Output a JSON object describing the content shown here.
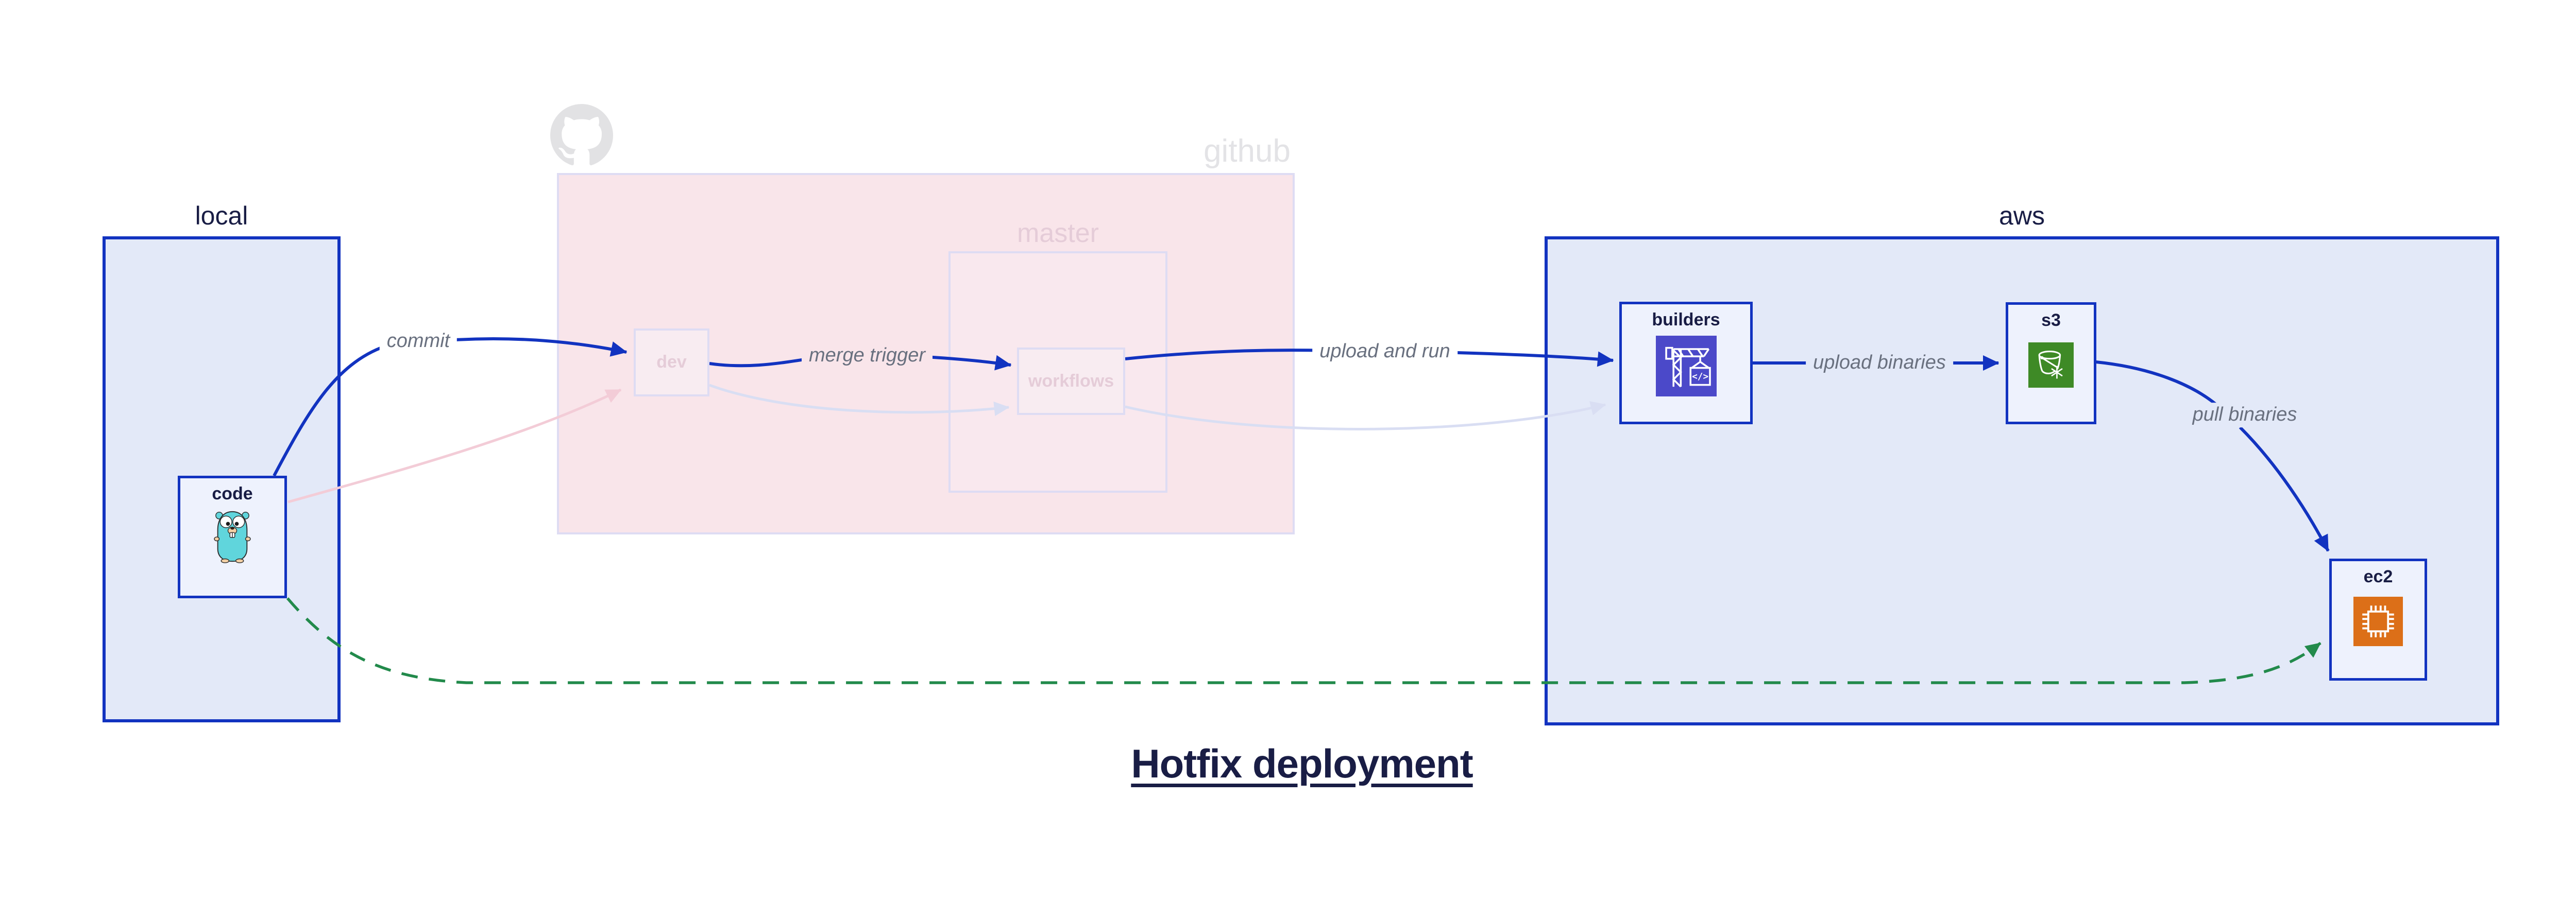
{
  "diagram_title": "Hotfix deployment",
  "containers": {
    "local": {
      "label": "local"
    },
    "github": {
      "label": "github"
    },
    "master": {
      "label": "master"
    },
    "aws": {
      "label": "aws"
    }
  },
  "nodes": {
    "code": {
      "label": "code"
    },
    "dev": {
      "label": "dev"
    },
    "workflows": {
      "label": "workflows"
    },
    "builders": {
      "label": "builders",
      "icon_code_text": "</>"
    },
    "s3": {
      "label": "s3"
    },
    "ec2": {
      "label": "ec2"
    }
  },
  "edges": {
    "commit": {
      "label": "commit"
    },
    "merge_trigger": {
      "label": "merge trigger"
    },
    "upload_and_run": {
      "label": "upload and run"
    },
    "upload_binaries": {
      "label": "upload binaries"
    },
    "pull_binaries": {
      "label": "pull binaries"
    }
  },
  "colors": {
    "blue": "#1233c0",
    "navy_text": "#191d45",
    "container_fill": "#e3e9f8",
    "node_fill": "#eef2fd",
    "pink_fill": "#f9e5ea",
    "pink_fill_light": "#f9e8ee",
    "pink_node_fill": "#f8ecf1",
    "faded_border": "#dedcf3",
    "faded_gray_text": "#e3e3e6",
    "faded_pink_text": "#e5ccd8",
    "edge_label_gray": "#69707f",
    "green": "#228a4b",
    "faded_pink_edge": "#f3ccd7",
    "faded_lavender_edge": "#d9def3",
    "gopher_teal": "#60d5dc",
    "codebuild_indigo": "#4b49c9",
    "s3_green": "#3e8a26",
    "ec2_orange": "#dc6f18",
    "octocat_gray": "#e2e2e4"
  }
}
